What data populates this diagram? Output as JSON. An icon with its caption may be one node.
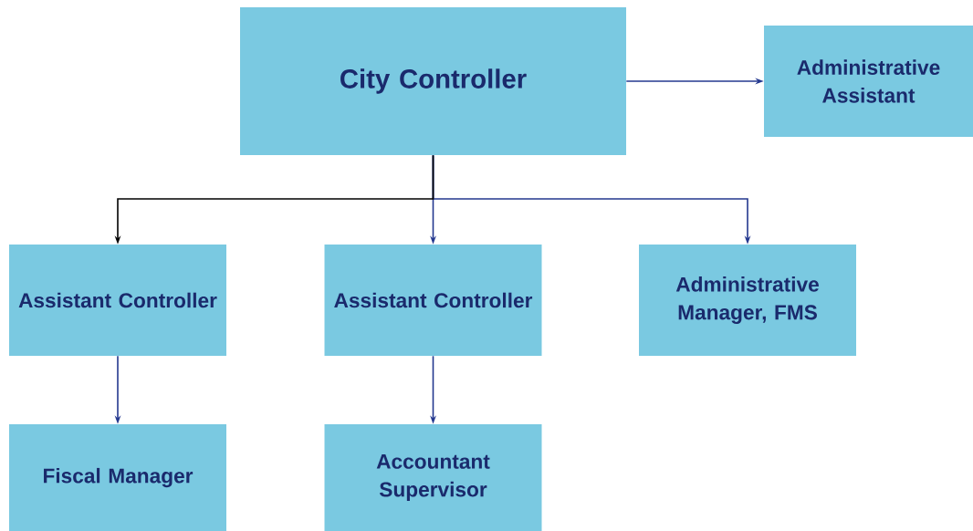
{
  "diagram": {
    "nodes": [
      {
        "text": [
          "City Controller"
        ]
      },
      {
        "text": [
          "Administrative Assistant"
        ]
      },
      {
        "text": [
          "Assistant Controller"
        ]
      },
      {
        "text": [
          "Assistant Controller"
        ]
      },
      {
        "text": [
          "Administrative Manager, FMS"
        ]
      },
      {
        "text": [
          "Fiscal Manager"
        ]
      },
      {
        "text": [
          "Accountant Supervisor"
        ]
      }
    ],
    "edges": [
      {
        "from": 0,
        "to": 1,
        "arrow": "to"
      },
      {
        "from": 0,
        "to": 2,
        "arrow": "to",
        "color": "#000000"
      },
      {
        "from": 0,
        "to": 3,
        "arrow": "to"
      },
      {
        "from": 0,
        "to": 4,
        "arrow": "to"
      },
      {
        "from": 2,
        "to": 5,
        "arrow": "to"
      },
      {
        "from": 3,
        "to": 6,
        "arrow": "to"
      }
    ]
  }
}
